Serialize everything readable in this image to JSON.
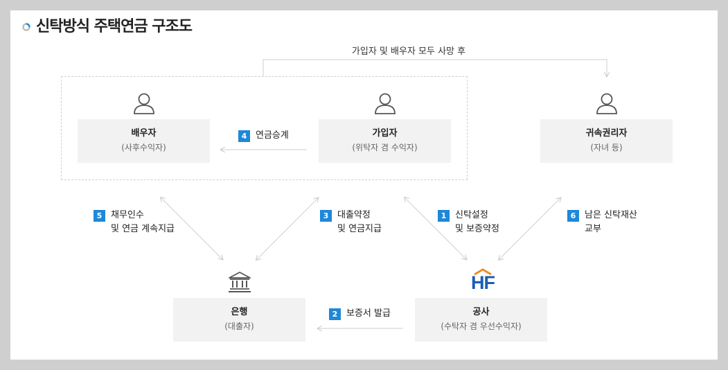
{
  "title": "신탁방식 주택연금 구조도",
  "top_label": "가입자 및 배우자 모두 사망 후",
  "nodes": {
    "spouse": {
      "name": "배우자",
      "sub": "(사후수익자)"
    },
    "subscriber": {
      "name": "가입자",
      "sub": "(위탁자 겸 수익자)"
    },
    "heir": {
      "name": "귀속권리자",
      "sub": "(자녀 등)"
    },
    "bank": {
      "name": "은행",
      "sub": "(대출자)"
    },
    "corp": {
      "name": "공사",
      "sub": "(수탁자 겸 우선수익자)"
    }
  },
  "logo_text": "HF",
  "steps": [
    {
      "num": "1",
      "line1": "신탁설정",
      "line2": "및 보증약정"
    },
    {
      "num": "2",
      "line1": "보증서 발급",
      "line2": ""
    },
    {
      "num": "3",
      "line1": "대출약정",
      "line2": "및 연금지급"
    },
    {
      "num": "4",
      "line1": "연금승계",
      "line2": ""
    },
    {
      "num": "5",
      "line1": "채무인수",
      "line2": "및 연금 계속지급"
    },
    {
      "num": "6",
      "line1": "남은 신탁재산",
      "line2": "교부"
    }
  ],
  "colors": {
    "accent": "#1e88d8",
    "box": "#f2f2f2",
    "line": "#cccccc",
    "logo_blue": "#1b5db3",
    "logo_orange": "#f08a24"
  }
}
